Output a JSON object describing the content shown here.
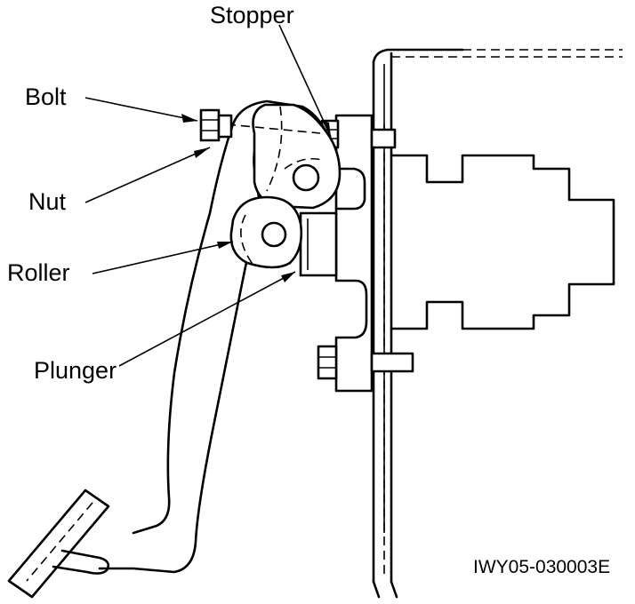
{
  "labels": {
    "stopper": "Stopper",
    "bolt": "Bolt",
    "nut": "Nut",
    "roller": "Roller",
    "plunger": "Plunger"
  },
  "figure_code": "IWY05-030003E"
}
